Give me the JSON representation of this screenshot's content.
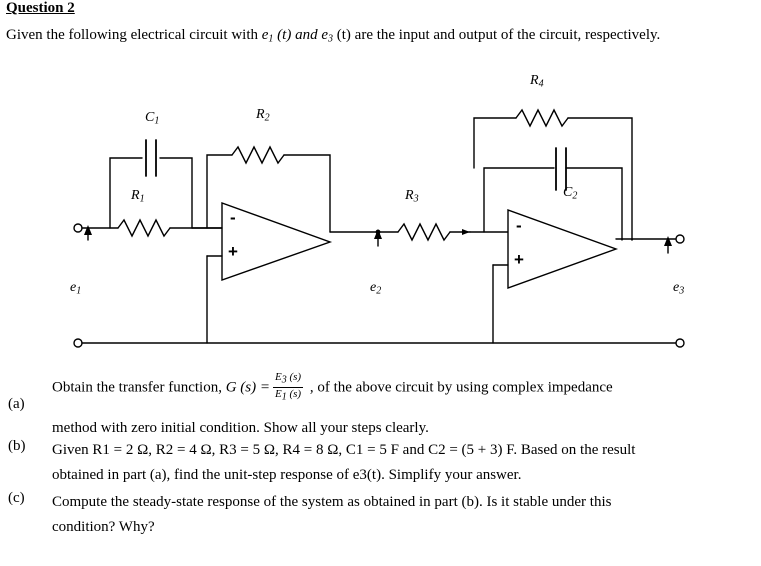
{
  "question": {
    "title": "Question 2",
    "intro_part1": "Given the following electrical circuit with ",
    "intro_e1": "e",
    "intro_e1_sub": "1",
    "intro_t1": " (t) and ",
    "intro_e3": "e",
    "intro_e3_sub": "3",
    "intro_t2": " (t) are the input and output of the circuit, respectively."
  },
  "circuit": {
    "labels": [
      {
        "name": "capacitor-c1-label",
        "text": "C",
        "sub": "1"
      },
      {
        "name": "resistor-r2-label",
        "text": "R",
        "sub": "2"
      },
      {
        "name": "resistor-r1-label",
        "text": "R",
        "sub": "1"
      },
      {
        "name": "resistor-r4-label",
        "text": "R",
        "sub": "4"
      },
      {
        "name": "capacitor-c2-label",
        "text": "C",
        "sub": "2"
      },
      {
        "name": "resistor-r3-label",
        "text": "R",
        "sub": "3"
      },
      {
        "name": "voltage-e1-label",
        "text": "e",
        "sub": "1"
      },
      {
        "name": "voltage-e2-label",
        "text": "e",
        "sub": "2"
      },
      {
        "name": "voltage-e3-label",
        "text": "e",
        "sub": "3"
      },
      {
        "name": "opamp1-minus",
        "text": "-",
        "sub": ""
      },
      {
        "name": "opamp1-plus",
        "text": "+",
        "sub": ""
      },
      {
        "name": "opamp2-minus",
        "text": "-",
        "sub": ""
      },
      {
        "name": "opamp2-plus",
        "text": "+",
        "sub": ""
      }
    ]
  },
  "parts": {
    "a": {
      "tag": "(a)",
      "line1_pre": "Obtain the transfer function,  ",
      "line1_gs": "G (s) =",
      "frac_num_E": "E",
      "frac_num_sub": "3",
      "frac_num_s": " (s)",
      "frac_den_E": "E",
      "frac_den_sub": "1",
      "frac_den_s": " (s)",
      "line1_post": " , of the above circuit by using complex impedance",
      "line2": "method with zero initial condition. Show all your steps clearly."
    },
    "b": {
      "tag": "(b)",
      "line1": "Given R1 = 2 Ω, R2 = 4 Ω, R3 = 5 Ω, R4 = 8 Ω, C1 = 5 F and C2 = (5 + 3) F. Based on the result",
      "line2": "obtained in part (a), find the unit-step response of e3(t). Simplify your answer."
    },
    "c": {
      "tag": "(c)",
      "line1": "Compute the steady-state response of the system as obtained in part (b). Is it stable under this",
      "line2": "condition? Why?"
    }
  },
  "colors": {
    "ink": "#000000",
    "background": "#ffffff"
  }
}
